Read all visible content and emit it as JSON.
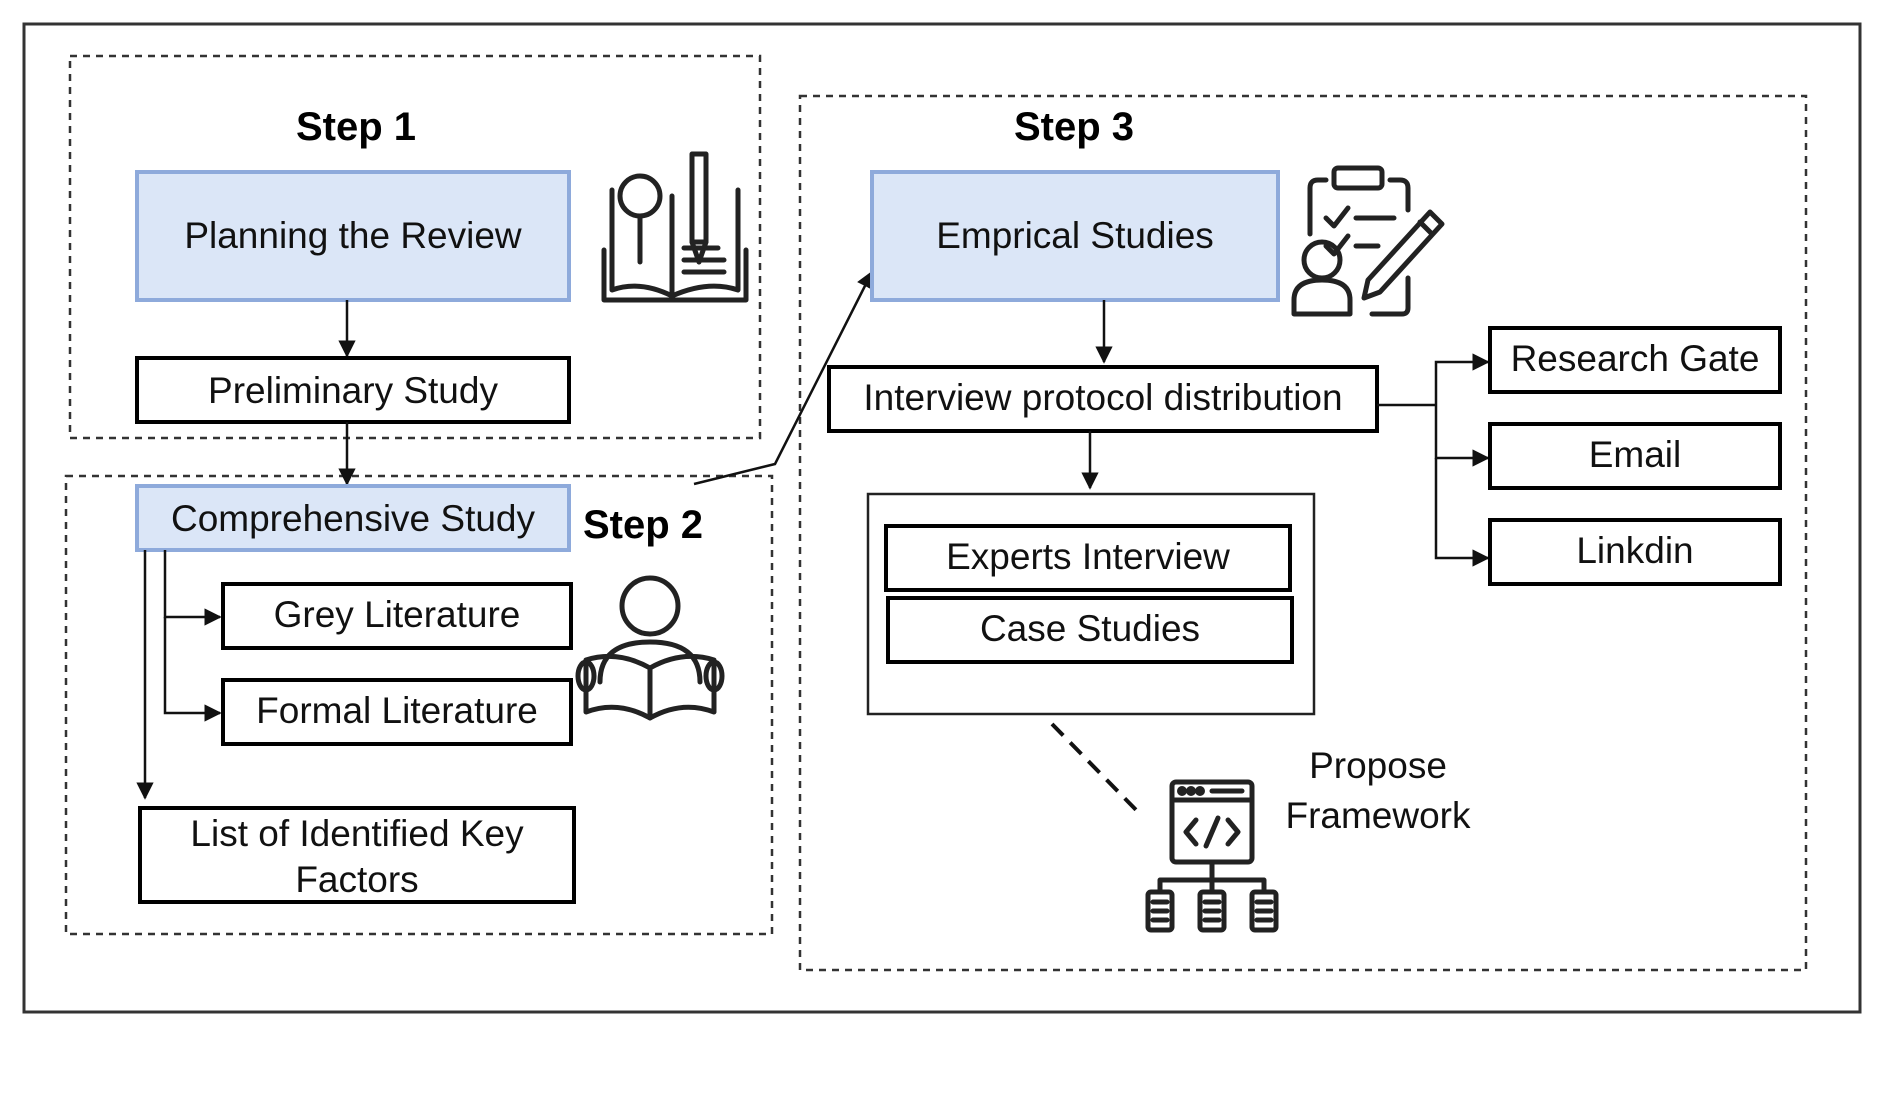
{
  "steps": {
    "step1": "Step 1",
    "step2": "Step 2",
    "step3": "Step 3"
  },
  "nodes": {
    "planning_review": "Planning the Review",
    "preliminary_study": "Preliminary Study",
    "comprehensive_study": "Comprehensive Study",
    "grey_literature": "Grey Literature",
    "formal_literature": "Formal Literature",
    "key_factors_line1": "List of Identified Key",
    "key_factors_line2": "Factors",
    "emprical_studies": "Emprical Studies",
    "interview_protocol": "Interview protocol distribution",
    "research_gate": "Research Gate",
    "email": "Email",
    "linkdin": "Linkdin",
    "experts_interview": "Experts Interview",
    "case_studies": "Case Studies",
    "propose_line1": "Propose",
    "propose_line2": "Framework"
  },
  "icons": {
    "step1": "book-magnifier-pen-icon",
    "step2": "person-reading-icon",
    "step3": "clipboard-person-pen-icon",
    "framework": "code-window-network-icon"
  },
  "colors": {
    "blue_fill": "#dbe6f7",
    "blue_border": "#8eaadb"
  }
}
